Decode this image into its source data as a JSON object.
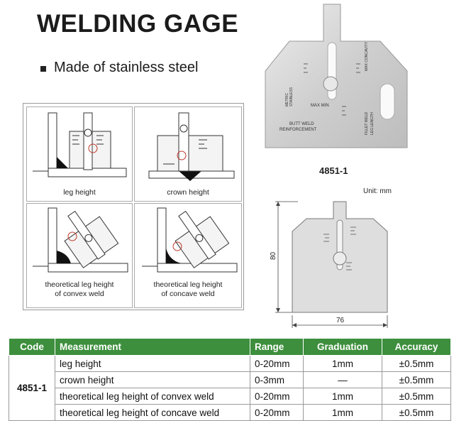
{
  "header": {
    "title": "WELDING GAGE",
    "feature": "Made of stainless steel"
  },
  "diagrams": [
    {
      "caption_1": "leg height",
      "caption_2": ""
    },
    {
      "caption_1": "crown height",
      "caption_2": ""
    },
    {
      "caption_1": "theoretical leg height",
      "caption_2": "of convex weld"
    },
    {
      "caption_1": "theoretical leg height",
      "caption_2": "of concave weld"
    }
  ],
  "photo": {
    "labels": {
      "metric": "METRIC",
      "stainless": "STAINLESS",
      "max_min": "MAX\nMIN",
      "butt_weld": "BUTT WELD",
      "reinforcement": "REINFORCEMENT",
      "max_concavity": "MAX CONCAVITY",
      "fillet_weld": "FILLET WELD",
      "leg_length": "LEG LENGTH"
    }
  },
  "product": {
    "model": "4851-1",
    "unit": "Unit: mm",
    "height": "80",
    "width": "76"
  },
  "table": {
    "headers": [
      "Code",
      "Measurement",
      "Range",
      "Graduation",
      "Accuracy"
    ],
    "code": "4851-1",
    "rows": [
      {
        "measurement": "leg height",
        "range": "0-20mm",
        "graduation": "1mm",
        "accuracy": "±0.5mm"
      },
      {
        "measurement": "crown height",
        "range": "0-3mm",
        "graduation": "—",
        "accuracy": "±0.5mm"
      },
      {
        "measurement": "theoretical leg height of convex weld",
        "range": "0-20mm",
        "graduation": "1mm",
        "accuracy": "±0.5mm"
      },
      {
        "measurement": "theoretical leg height of concave weld",
        "range": "0-20mm",
        "graduation": "1mm",
        "accuracy": "±0.5mm"
      }
    ]
  }
}
